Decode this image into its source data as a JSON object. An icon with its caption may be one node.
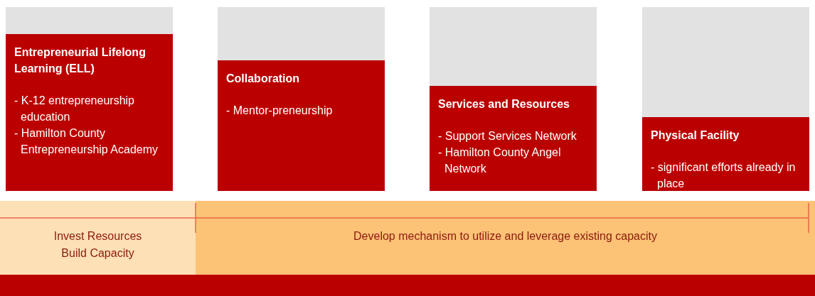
{
  "diagram": {
    "nodes": [
      {
        "text": [
          "Entrepreneurial Lifelong Learning (ELL)",
          "- K-12 entrepreneurship education",
          "- Hamilton County Entrepreneurship Academy"
        ]
      },
      {
        "text": [
          "Collaboration",
          "- Mentor-preneurship"
        ]
      },
      {
        "text": [
          "Services and Resources",
          "- Support Services Network",
          "- Hamilton County Angel Network"
        ]
      },
      {
        "text": [
          "Physical Facility",
          "- significant efforts already in place"
        ]
      },
      {
        "text": [
          "Invest Resources Build Capacity"
        ]
      },
      {
        "text": [
          "Develop mechanism to utilize and leverage existing capacity"
        ]
      },
      {
        "text": [],
        "shape": "bar"
      },
      {
        "text": [],
        "shape": "bar"
      },
      {
        "text": [],
        "shape": "bar"
      },
      {
        "text": [],
        "shape": "bar"
      },
      {
        "text": [],
        "shape": "bar"
      }
    ]
  }
}
